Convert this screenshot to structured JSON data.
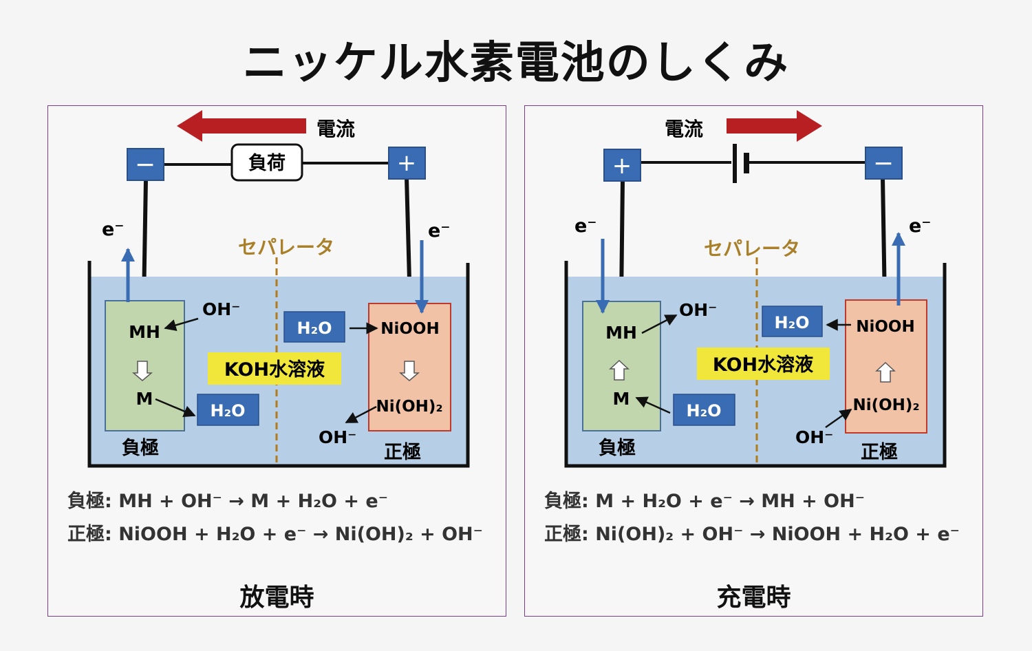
{
  "title": "ニッケル水素電池のしくみ",
  "colors": {
    "electrolyte": "#b6cfe6",
    "negative_electrode": "#c2d6ad",
    "positive_electrode": "#f2c2a6",
    "terminal": "#3a6cb3",
    "current_arrow": "#b81f22",
    "separator": "#b07a1e",
    "koh_label_bg": "#f1e63a"
  },
  "discharge": {
    "caption": "放電時",
    "current_label": "電流",
    "load_label": "負荷",
    "neg_terminal": "−",
    "pos_terminal": "+",
    "electron_left": "e⁻",
    "electron_right": "e⁻",
    "separator_label": "セパレータ",
    "electrolyte_label": "KOH水溶液",
    "neg_electrode_label": "負極",
    "pos_electrode_label": "正極",
    "mh": "MH",
    "m": "M",
    "oh_left": "OH⁻",
    "water_left": "H₂O",
    "water_right": "H₂O",
    "niooh": "NiOOH",
    "nioh2": "Ni(OH)₂",
    "oh_right": "OH⁻",
    "eq_neg_prefix": "負極",
    "eq_neg_body": ": MH + OH⁻ → M + H₂O + e⁻",
    "eq_pos_prefix": "正極",
    "eq_pos_body": ": NiOOH + H₂O + e⁻ → Ni(OH)₂ + OH⁻"
  },
  "charge": {
    "caption": "充電時",
    "current_label": "電流",
    "pos_terminal": "+",
    "neg_terminal": "−",
    "electron_left": "e⁻",
    "electron_right": "e⁻",
    "separator_label": "セパレータ",
    "electrolyte_label": "KOH水溶液",
    "neg_electrode_label": "負極",
    "pos_electrode_label": "正極",
    "mh": "MH",
    "m": "M",
    "oh_left": "OH⁻",
    "water_left": "H₂O",
    "water_right": "H₂O",
    "niooh": "NiOOH",
    "nioh2": "Ni(OH)₂",
    "oh_right": "OH⁻",
    "eq_neg_prefix": "負極",
    "eq_neg_body": ": M + H₂O + e⁻ → MH + OH⁻",
    "eq_pos_prefix": "正極",
    "eq_pos_body": ": Ni(OH)₂ + OH⁻ → NiOOH + H₂O + e⁻"
  }
}
